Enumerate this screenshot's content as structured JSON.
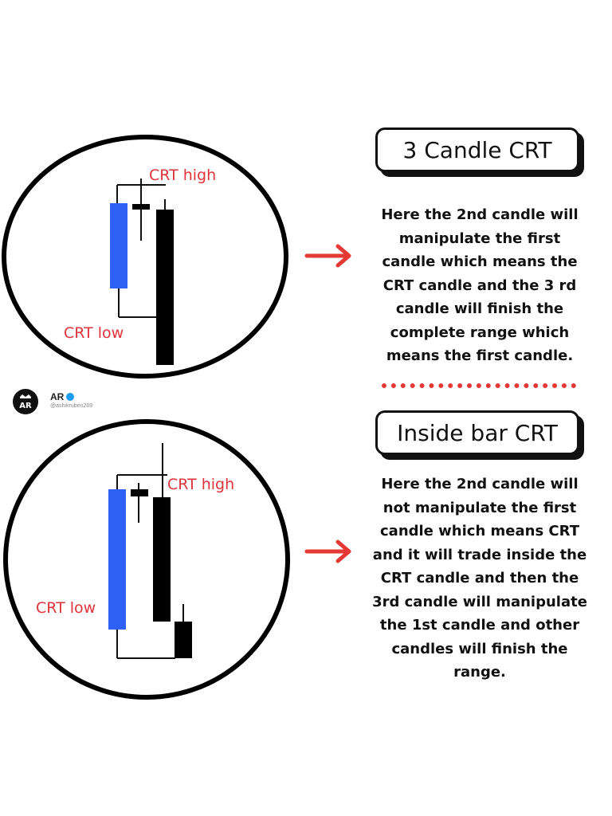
{
  "section_1": {
    "title": "3 Candle CRT",
    "high_label": "CRT high",
    "low_label": "CRT low",
    "description_lines": [
      "Here the 2nd candle will",
      "manipulate the first",
      "candle which means the",
      "CRT candle and the 3 rd",
      "candle will finish the",
      "complete range which",
      "means the first candle."
    ]
  },
  "section_2": {
    "title": "Inside bar CRT",
    "high_label": "CRT high",
    "low_label": "CRT low",
    "description_lines": [
      "Here the 2nd candle will",
      "not manipulate the first",
      "candle which means CRT",
      "and it will trade inside the",
      "CRT candle and then the",
      "3rd candle will manipulate",
      "the 1st candle and other",
      "candles will finish the",
      "range."
    ]
  },
  "profile": {
    "name": "AR",
    "handle": "@ashikruben269",
    "logo_text": "AR"
  },
  "colors": {
    "bullish": "#2f5ff5",
    "bearish": "#000000",
    "label_red": "#e0333a",
    "arrow_red": "#e53935"
  },
  "icons": {
    "arrow": "right-arrow-icon",
    "verified": "verified-badge-icon"
  }
}
